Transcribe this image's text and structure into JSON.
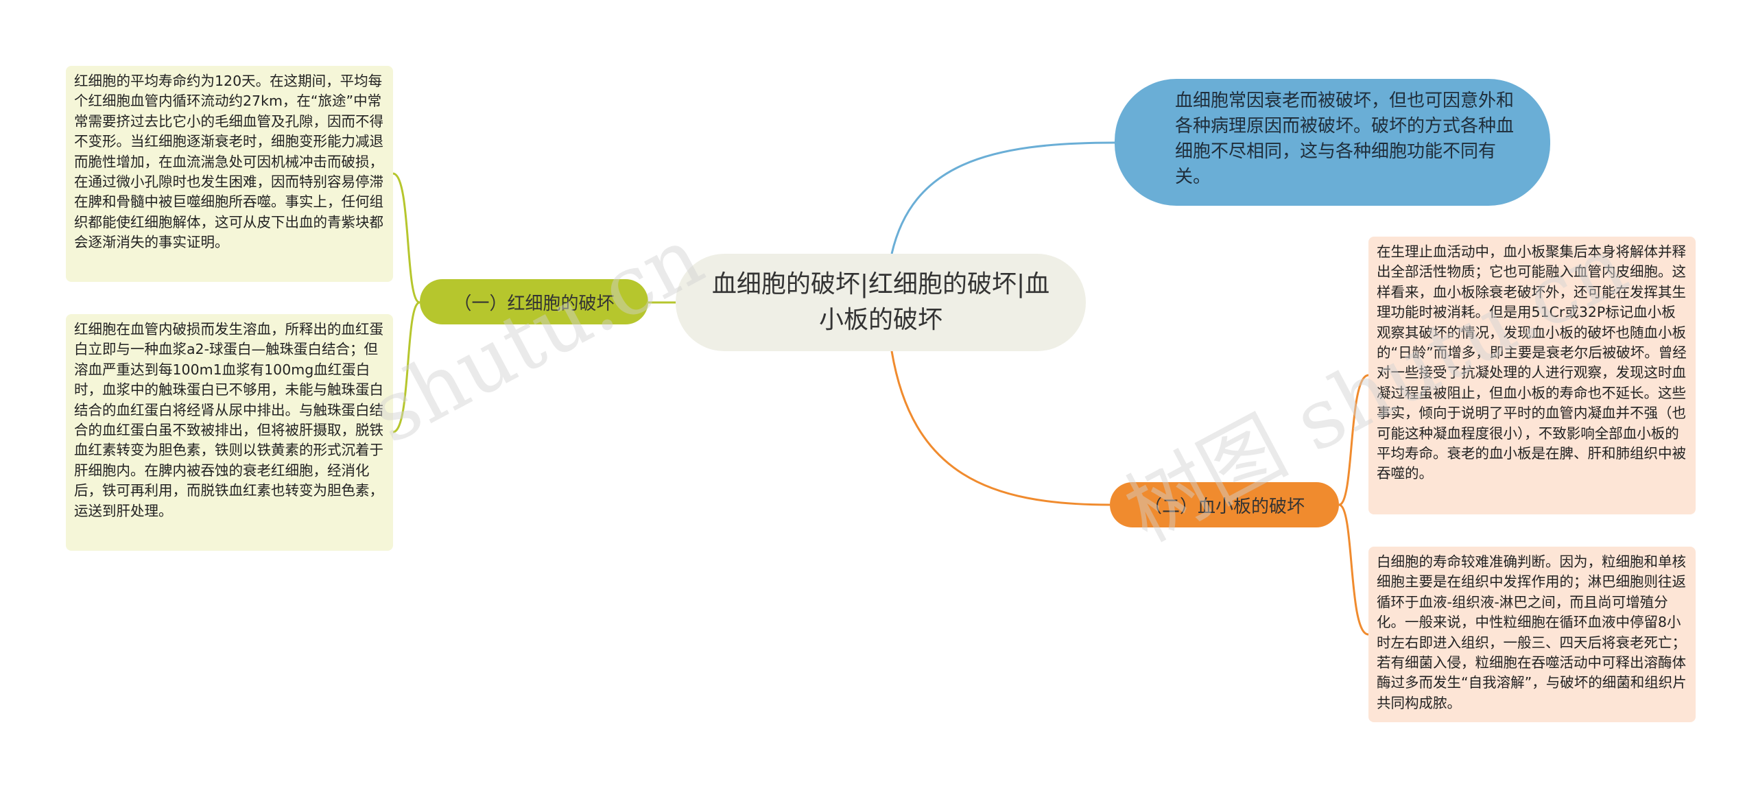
{
  "root": {
    "title": "血细胞的破坏|红细胞的破坏|血小板的破坏"
  },
  "intro": {
    "text": "血细胞常因衰老而被破坏，但也可因意外和各种病理原因而被破坏。破坏的方式各种血细胞不尽相同，这与各种细胞功能不同有关。"
  },
  "branches": [
    {
      "label": "（一）红细胞的破坏",
      "leaves": [
        "红细胞的平均寿命约为120天。在这期间，平均每个红细胞血管内循环流动约27km，在“旅途”中常常需要挤过去比它小的毛细血管及孔隙，因而不得不变形。当红细胞逐渐衰老时，细胞变形能力减退而脆性增加，在血流湍急处可因机械冲击而破损，在通过微小孔隙时也发生困难，因而特别容易停滞在脾和骨髓中被巨噬细胞所吞噬。事实上，任何组织都能使红细胞解体，这可从皮下出血的青紫块都会逐渐消失的事实证明。",
        "红细胞在血管内破损而发生溶血，所释出的血红蛋白立即与一种血浆a2-球蛋白—触珠蛋白结合；但溶血严重达到每100m1血浆有100mg血红蛋白时，血浆中的触珠蛋白已不够用，未能与触珠蛋白结合的血红蛋白将经肾从尿中排出。与触珠蛋白结合的血红蛋白虽不致被排出，但将被肝摄取，脱铁血红素转变为胆色素，铁则以铁黄素的形式沉着于肝细胞内。在脾内被吞蚀的衰老红细胞，经消化后，铁可再利用，而脱铁血红素也转变为胆色素，运送到肝处理。"
      ]
    },
    {
      "label": "（二）血小板的破坏",
      "leaves": [
        "在生理止血活动中，血小板聚集后本身将解体并释出全部活性物质；它也可能融入血管内皮细胞。这样看来，血小板除衰老破坏外，还可能在发挥其生理功能时被消耗。但是用51Cr或32P标记血小板观察其破坏的情况，发现血小板的破坏也随血小板的“日龄”而增多，即主要是衰老尔后被破坏。曾经对一些接受了抗凝处理的人进行观察，发现这时血凝过程虽被阻止，但血小板的寿命也不延长。这些事实，倾向于说明了平时的血管内凝血并不强（也可能这种凝血程度很小），不致影响全部血小板的平均寿命。衰老的血小板是在脾、肝和肺组织中被吞噬的。",
        "白细胞的寿命较难准确判断。因为，粒细胞和单核细胞主要是在组织中发挥作用的；淋巴细胞则往返循环于血液-组织液-淋巴之间，而且尚可增殖分化。一般来说，中性粒细胞在循环血液中停留8小时左右即进入组织，一般三、四天后将衰老死亡；若有细菌入侵，粒细胞在吞噬活动中可释出溶酶体酶过多而发生“自我溶解”，与破坏的细菌和组织片共同构成脓。"
      ]
    }
  ],
  "watermarks": [
    "shutu.cn",
    "树图 shutu.cn"
  ],
  "colors": {
    "root_bg": "#efefe6",
    "intro_bg": "#6aaed6",
    "intro_line": "#6aaed6",
    "green_branch": "#b6c62d",
    "green_leaf_bg": "#f5f6d8",
    "orange_branch": "#f08b2e",
    "orange_leaf_bg": "#fde5d6"
  }
}
